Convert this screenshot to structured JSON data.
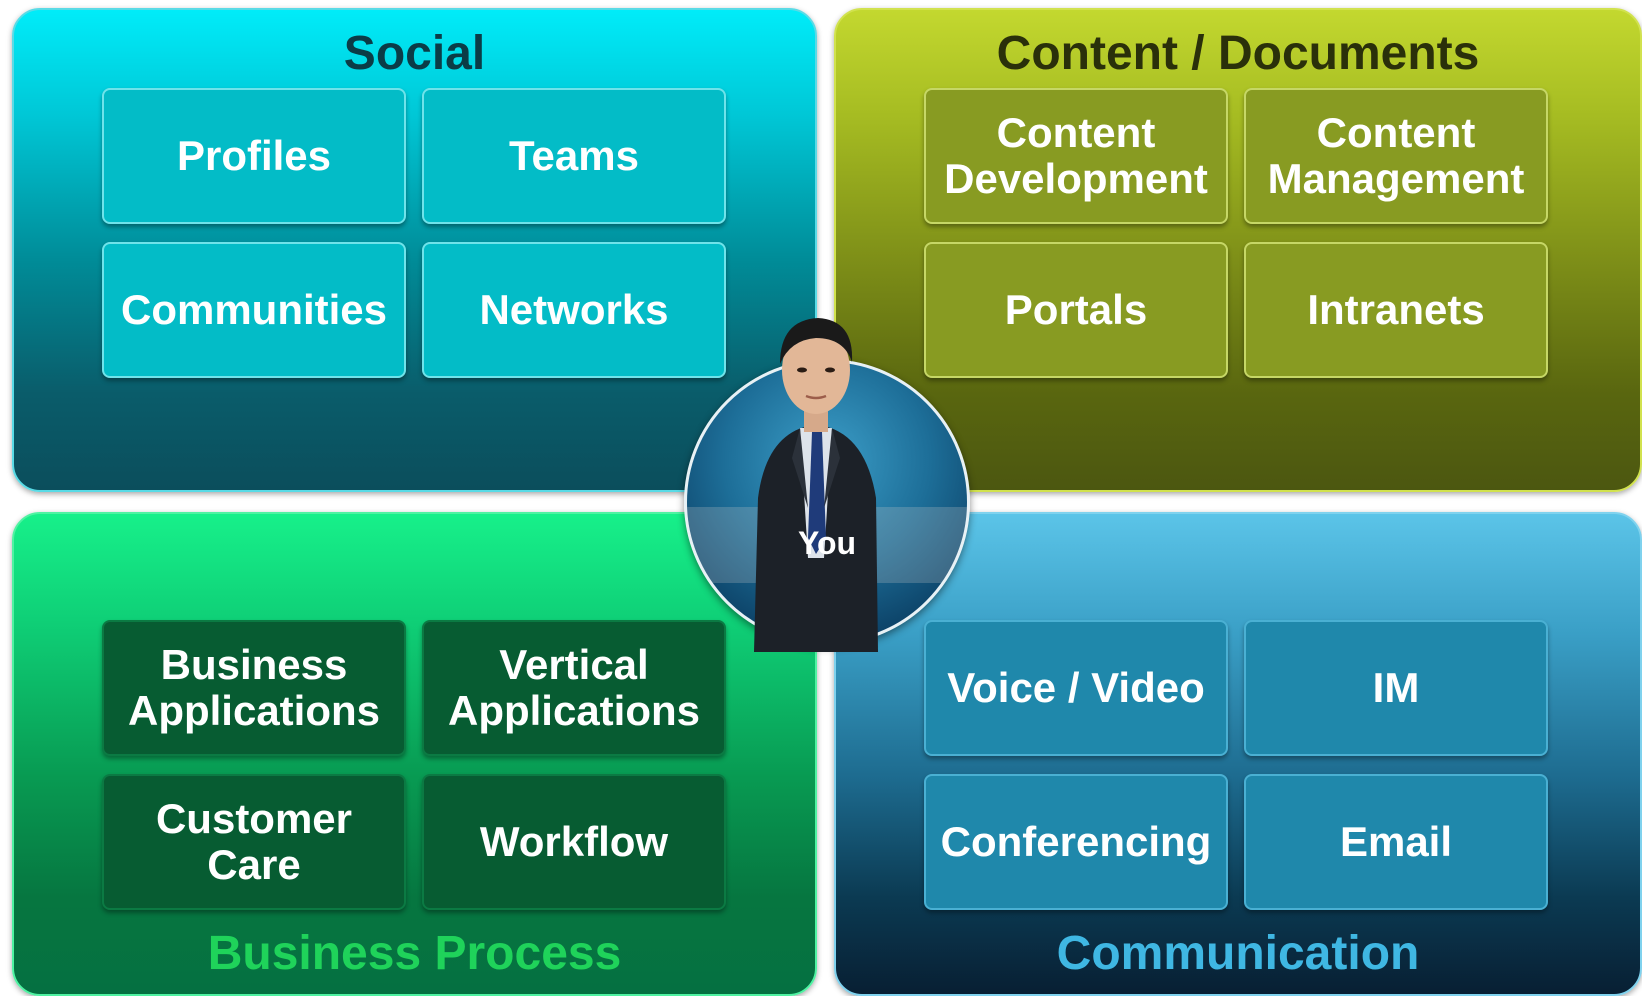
{
  "quadrants": {
    "social": {
      "title": "Social",
      "tiles": [
        "Profiles",
        "Teams",
        "Communities",
        "Networks"
      ]
    },
    "content": {
      "title": "Content / Documents",
      "tiles": [
        "Content Development",
        "Content Management",
        "Portals",
        "Intranets"
      ]
    },
    "business": {
      "title": "Business Process",
      "tiles": [
        "Business Applications",
        "Vertical Applications",
        "Customer Care",
        "Workflow"
      ]
    },
    "communication": {
      "title": "Communication",
      "tiles": [
        "Voice / Video",
        "IM",
        "Conferencing",
        "Email"
      ]
    }
  },
  "center": {
    "label": "You"
  },
  "colors": {
    "social": "#00c7d6",
    "content": "#a6bc22",
    "business": "#0fd077",
    "communication": "#3a9fc6"
  }
}
